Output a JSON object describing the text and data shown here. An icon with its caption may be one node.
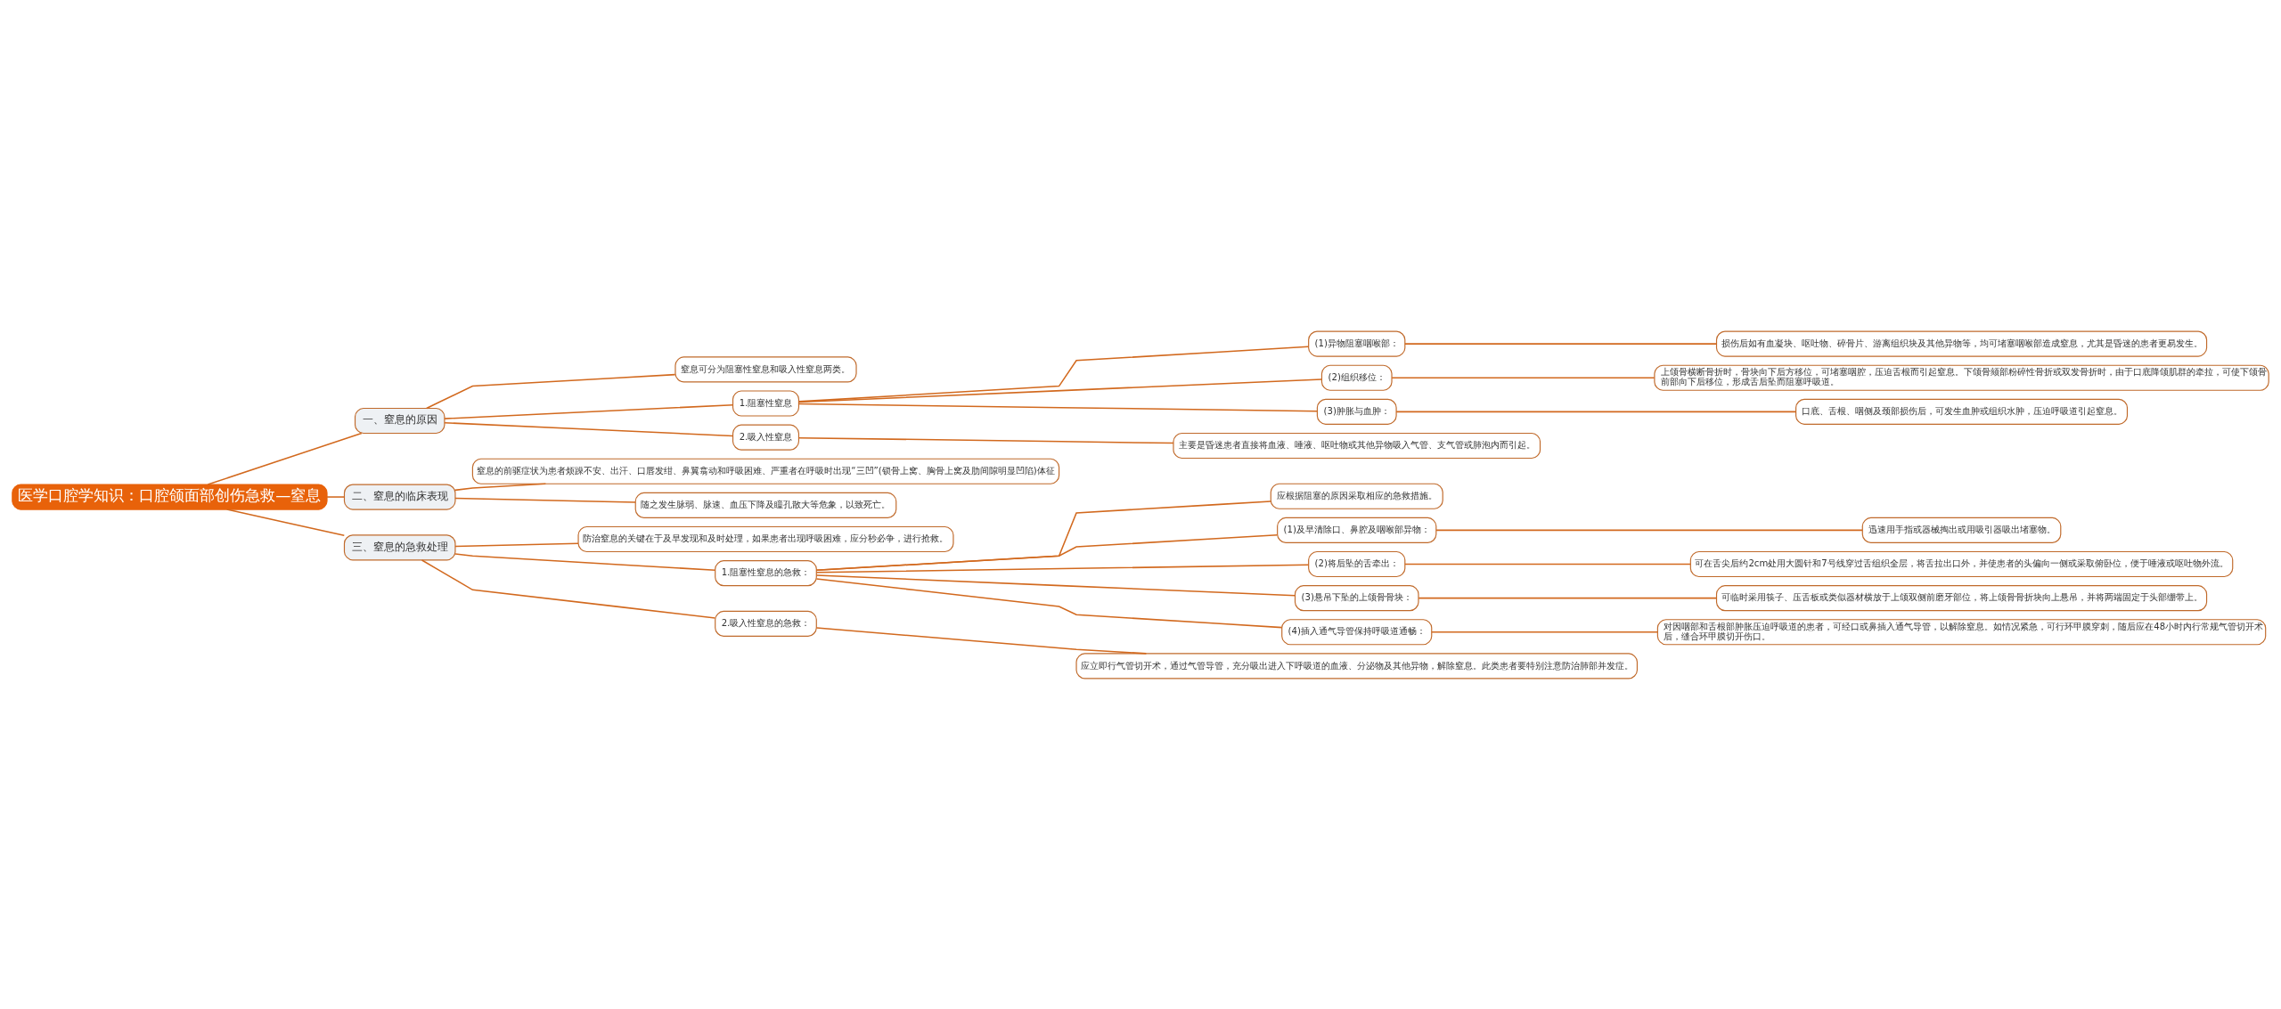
{
  "diagram": {
    "nodes": [
      {
        "text": [
          "医学口腔学知识：口腔颌面部创伤急救—窒息"
        ]
      },
      {
        "text": [
          "一、窒息的原因"
        ]
      },
      {
        "text": [
          "窒息可分为阻塞性窒息和吸入性窒息两类。"
        ]
      },
      {
        "text": [
          "1.阻塞性窒息"
        ]
      },
      {
        "text": [
          "(1)异物阻塞咽喉部："
        ]
      },
      {
        "text": [
          "损伤后如有血凝块、呕吐物、碎骨片、游离组织块及其他异物等，均可堵塞咽喉部造成窒息，尤其是昏迷的患者更易发生。"
        ]
      },
      {
        "text": [
          "(2)组织移位："
        ]
      },
      {
        "text": [
          "上颌骨横断骨折时，骨块向下后方移位，可堵塞咽腔，压迫舌根而引起窒息。下颌骨颏部粉碎性骨折或双发骨折时，由于口底降颌肌群的牵拉，可使下颌骨前部向下后移位，形成舌后坠而阻塞呼吸道。"
        ]
      },
      {
        "text": [
          "(3)肿胀与血肿："
        ]
      },
      {
        "text": [
          "口底、舌根、咽侧及颈部损伤后，可发生血肿或组织水肿，压迫呼吸道引起窒息。"
        ]
      },
      {
        "text": [
          "2.吸入性窒息"
        ]
      },
      {
        "text": [
          "主要是昏迷患者直接将血液、唾液、呕吐物或其他异物吸入气管、支气管或肺泡内而引起。"
        ]
      },
      {
        "text": [
          "二、窒息的临床表现"
        ]
      },
      {
        "text": [
          "窒息的前驱症状为患者烦躁不安、出汗、口唇发绀、鼻翼翕动和呼吸困难、严重者在呼吸时出现“三凹”(锁骨上窝、胸骨上窝及肋间隙明显凹陷)体征"
        ]
      },
      {
        "text": [
          "随之发生脉弱、脉速、血压下降及瞳孔散大等危象，以致死亡。"
        ]
      },
      {
        "text": [
          "三、窒息的急救处理"
        ]
      },
      {
        "text": [
          "防治窒息的关键在于及早发现和及时处理，如果患者出现呼吸困难，应分秒必争，进行抢救。"
        ]
      },
      {
        "text": [
          "1.阻塞性窒息的急救："
        ]
      },
      {
        "text": [
          "应根据阻塞的原因采取相应的急救措施。"
        ]
      },
      {
        "text": [
          "(1)及早清除口、鼻腔及咽喉部异物："
        ]
      },
      {
        "text": [
          "迅速用手指或器械掏出或用吸引器吸出堵塞物。"
        ]
      },
      {
        "text": [
          "(2)将后坠的舌牵出："
        ]
      },
      {
        "text": [
          "可在舌尖后约2cm处用大圆针和7号线穿过舌组织全层，将舌拉出口外，并使患者的头偏向一侧或采取俯卧位，便于唾液或呕吐物外流。"
        ]
      },
      {
        "text": [
          "(3)悬吊下坠的上颌骨骨块："
        ]
      },
      {
        "text": [
          "可临时采用筷子、压舌板或类似器材横放于上颌双侧前磨牙部位，将上颌骨骨折块向上悬吊，并将两端固定于头部绷带上。"
        ]
      },
      {
        "text": [
          "(4)插入通气导管保持呼吸道通畅："
        ]
      },
      {
        "text": [
          "对因咽部和舌根部肿胀压迫呼吸道的患者，可经口或鼻插入通气导管，以解除窒息。如情况紧急，可行环甲膜穿刺，随后应在48小时内行常规气管切开术后，缝合环甲膜切开伤口。"
        ]
      },
      {
        "text": [
          "2.吸入性窒息的急救："
        ]
      },
      {
        "text": [
          "应立即行气管切开术，通过气管导管，充分吸出进入下呼吸道的血液、分泌物及其他异物，解除窒息。此类患者要特别注意防治肺部并发症。"
        ]
      }
    ],
    "edges": [
      {
        "from": 0,
        "to": 1,
        "arrow": "none"
      },
      {
        "from": 1,
        "to": 2,
        "arrow": "none"
      },
      {
        "from": 1,
        "to": 3,
        "arrow": "none"
      },
      {
        "from": 3,
        "to": 4,
        "arrow": "none"
      },
      {
        "from": 4,
        "to": 5,
        "arrow": "none"
      },
      {
        "from": 3,
        "to": 6,
        "arrow": "none"
      },
      {
        "from": 6,
        "to": 7,
        "arrow": "none"
      },
      {
        "from": 3,
        "to": 8,
        "arrow": "none"
      },
      {
        "from": 8,
        "to": 9,
        "arrow": "none"
      },
      {
        "from": 1,
        "to": 10,
        "arrow": "none"
      },
      {
        "from": 10,
        "to": 11,
        "arrow": "none"
      },
      {
        "from": 0,
        "to": 12,
        "arrow": "none"
      },
      {
        "from": 12,
        "to": 13,
        "arrow": "none"
      },
      {
        "from": 12,
        "to": 14,
        "arrow": "none"
      },
      {
        "from": 0,
        "to": 15,
        "arrow": "none"
      },
      {
        "from": 15,
        "to": 16,
        "arrow": "none"
      },
      {
        "from": 15,
        "to": 17,
        "arrow": "none"
      },
      {
        "from": 17,
        "to": 18,
        "arrow": "none"
      },
      {
        "from": 17,
        "to": 19,
        "arrow": "none"
      },
      {
        "from": 19,
        "to": 20,
        "arrow": "none"
      },
      {
        "from": 17,
        "to": 21,
        "arrow": "none"
      },
      {
        "from": 21,
        "to": 22,
        "arrow": "none"
      },
      {
        "from": 17,
        "to": 23,
        "arrow": "none"
      },
      {
        "from": 23,
        "to": 24,
        "arrow": "none"
      },
      {
        "from": 17,
        "to": 25,
        "arrow": "none"
      },
      {
        "from": 25,
        "to": 26,
        "arrow": "none"
      },
      {
        "from": 15,
        "to": 27,
        "arrow": "none"
      },
      {
        "from": 27,
        "to": 28,
        "arrow": "none"
      }
    ]
  }
}
